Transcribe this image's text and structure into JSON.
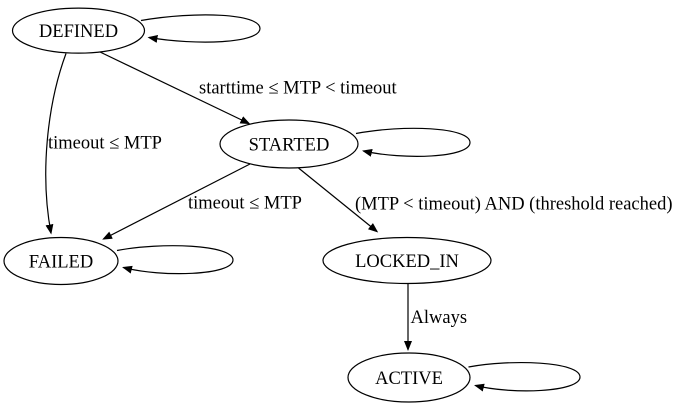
{
  "diagram": {
    "type": "state-machine-graph",
    "background": "#ffffff",
    "stroke_color": "#000000",
    "text_color": "#000000",
    "nodes": {
      "defined": {
        "label": "DEFINED",
        "self_loop": true
      },
      "started": {
        "label": "STARTED",
        "self_loop": true
      },
      "failed": {
        "label": "FAILED",
        "self_loop": true
      },
      "locked_in": {
        "label": "LOCKED_IN",
        "self_loop": false
      },
      "active": {
        "label": "ACTIVE",
        "self_loop": true
      }
    },
    "edges": {
      "defined_to_started": {
        "from": "DEFINED",
        "to": "STARTED",
        "label": "starttime ≤ MTP < timeout"
      },
      "defined_to_failed": {
        "from": "DEFINED",
        "to": "FAILED",
        "label": "timeout ≤ MTP"
      },
      "started_to_failed": {
        "from": "STARTED",
        "to": "FAILED",
        "label": "timeout ≤ MTP"
      },
      "started_to_locked_in": {
        "from": "STARTED",
        "to": "LOCKED_IN",
        "label": "(MTP < timeout) AND (threshold reached)"
      },
      "locked_in_to_active": {
        "from": "LOCKED_IN",
        "to": "ACTIVE",
        "label": "Always"
      }
    }
  }
}
